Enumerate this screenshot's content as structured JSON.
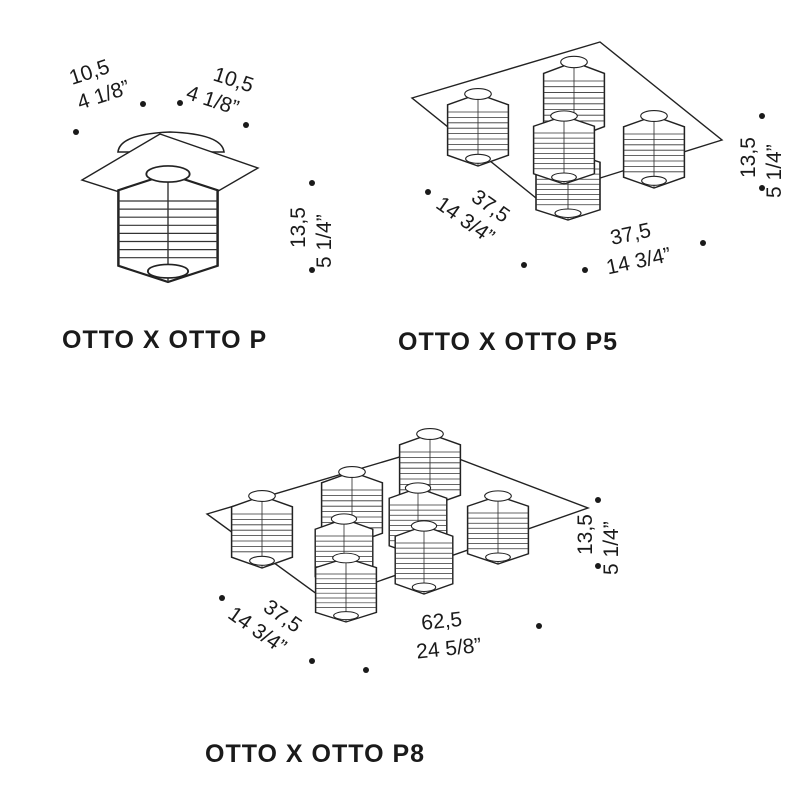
{
  "colors": {
    "ink": "#1a1a1a",
    "background": "#ffffff"
  },
  "products": [
    {
      "title": "OTTO X OTTO P",
      "dimensions": {
        "width_a": {
          "cm": "10,5",
          "in": "4 1/8”"
        },
        "width_b": {
          "cm": "10,5",
          "in": "4 1/8”"
        },
        "height": {
          "cm": "13,5",
          "in": "5 1/4”"
        }
      }
    },
    {
      "title": "OTTO X OTTO P5",
      "dimensions": {
        "depth": {
          "cm": "37,5",
          "in": "14 3/4”"
        },
        "width": {
          "cm": "37,5",
          "in": "14 3/4”"
        },
        "height": {
          "cm": "13,5",
          "in": "5 1/4”"
        }
      }
    },
    {
      "title": "OTTO X OTTO P8",
      "dimensions": {
        "depth": {
          "cm": "37,5",
          "in": "14 3/4”"
        },
        "width": {
          "cm": "62,5",
          "in": "24 5/8”"
        },
        "height": {
          "cm": "13,5",
          "in": "5 1/4”"
        }
      }
    }
  ]
}
